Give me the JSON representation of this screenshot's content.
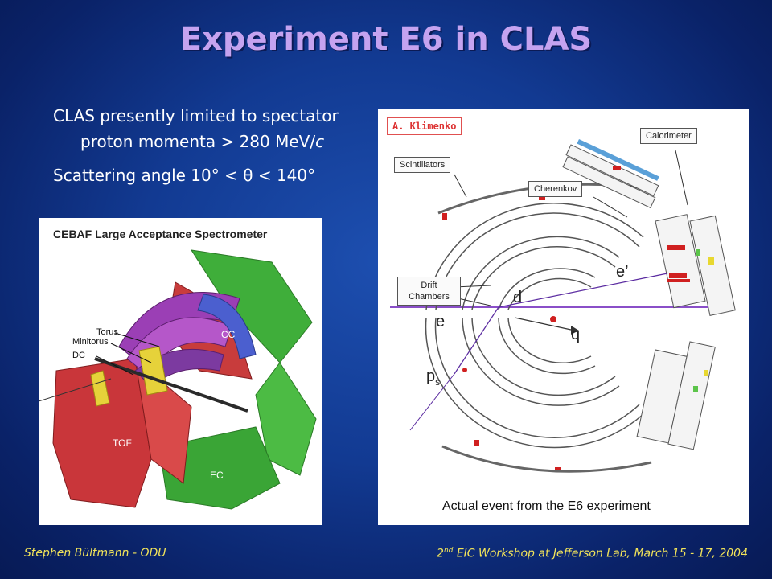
{
  "slide": {
    "title": "Experiment E6 in CLAS",
    "bullets": {
      "b1_line1": "CLAS presently limited to spectator",
      "b1_line2_a": "proton momenta > 280 MeV/",
      "b1_line2_c": "c",
      "b2_a": "Scattering angle 10° < ",
      "b2_theta": "θ",
      "b2_b": " < 140°"
    }
  },
  "left_figure": {
    "title": "CEBAF Large Acceptance Spectrometer",
    "labels": {
      "torus": "Torus",
      "minitorus": "Minitorus",
      "dc": "DC",
      "cc": "CC",
      "tof": "TOF",
      "ec": "EC"
    }
  },
  "right_figure": {
    "credit": "A. Klimenko",
    "callouts": {
      "calorimeter": "Calorimeter",
      "scintillators": "Scintillators",
      "cherenkov": "Cherenkov",
      "drift_line1": "Drift",
      "drift_line2": "Chambers"
    },
    "particles": {
      "e_prime": "e’",
      "d": "d",
      "e": "e",
      "q": "q",
      "ps_main": "p",
      "ps_sub": "s"
    },
    "caption": "Actual event from the E6 experiment"
  },
  "footer": {
    "left": "Stephen Bültmann - ODU",
    "right_num": "2",
    "right_sup": "nd",
    "right_rest": " EIC Workshop at Jefferson Lab, March 15 - 17, 2004"
  },
  "colors": {
    "background": "#123a92",
    "title": "#c5a3f0",
    "footer": "#f2e45a",
    "credit": "#d33333"
  }
}
